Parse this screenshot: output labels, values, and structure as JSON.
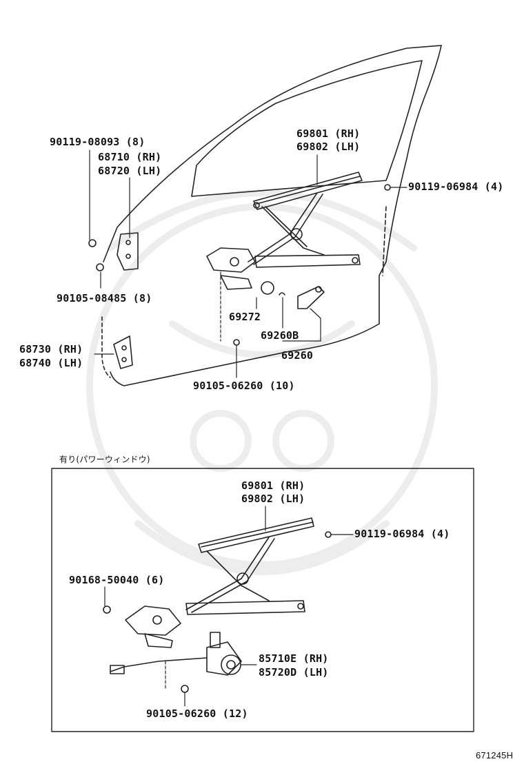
{
  "upper": {
    "regulator_rh": "69801 (RH)",
    "regulator_lh": "69802 (LH)",
    "bolt_top_left": "90119-08093 (8)",
    "hinge_upper_rh": "68710 (RH)",
    "hinge_upper_lh": "68720 (LH)",
    "bolt_right": "90119-06984 (4)",
    "bolt_hinge": "90105-08485 (8)",
    "part_69272": "69272",
    "part_69260b": "69260B",
    "part_69260": "69260",
    "hinge_lower_rh": "68730 (RH)",
    "hinge_lower_lh": "68740 (LH)",
    "bolt_bottom": "90105-06260 (10)"
  },
  "lower": {
    "caption": "有り(パワーウィンドウ)",
    "regulator_rh": "69801 (RH)",
    "regulator_lh": "69802 (LH)",
    "bolt_right": "90119-06984 (4)",
    "bolt_left": "90168-50040 (6)",
    "motor_rh": "85710E (RH)",
    "motor_lh": "85720D (LH)",
    "bolt_bottom": "90105-06260 (12)"
  },
  "figure_ref": "671245H"
}
